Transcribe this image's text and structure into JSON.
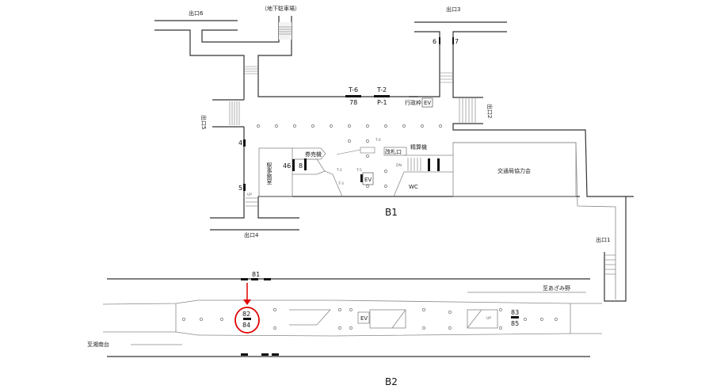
{
  "b1": {
    "floor_label": "B1",
    "exits": {
      "exit1": "出口1",
      "exit2": "出口2",
      "exit3": "出口3",
      "exit4": "出口4",
      "exit5": "出口5",
      "exit6": "出口6"
    },
    "parking": "（地下駐車場）",
    "labels": {
      "t6": "T-6",
      "n78": "78",
      "t2": "T-2",
      "p1": "P-1",
      "admin_box": "行政枠",
      "ev": "EV",
      "ev2": "EV",
      "n6": "6",
      "n7": "7",
      "n4": "4",
      "n5": "5",
      "n46": "46",
      "n8": "8",
      "ticket_machine": "券売機",
      "station_office": "駅事務室",
      "t1": "T-1",
      "t3": "T-3",
      "t4": "T-4",
      "t5": "T-5",
      "gate": "改札口",
      "fare_adjust": "精算機",
      "wc": "WC",
      "kotsukyoku": "交通局協力会",
      "up": "UP",
      "dn": "DN"
    }
  },
  "b2": {
    "floor_label": "B2",
    "labels": {
      "n81": "81",
      "n82": "82",
      "n84": "84",
      "n83": "83",
      "n85": "85",
      "ev": "EV",
      "up": "UP"
    },
    "direction_azamino": "至あざみ野",
    "direction_shonandai": "至湘南台",
    "highlight_color": "#e00000"
  }
}
